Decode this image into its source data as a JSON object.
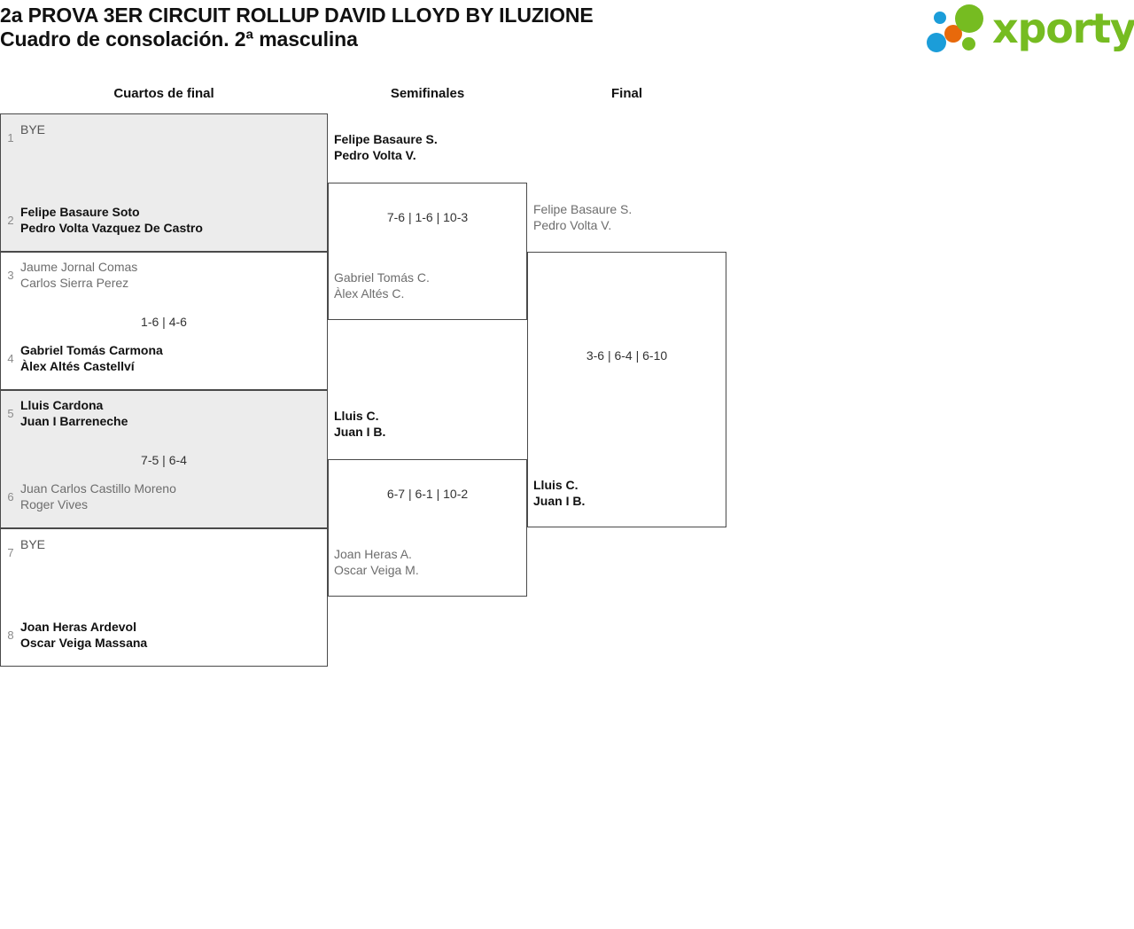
{
  "header": {
    "title_line1": "2a PROVA 3ER CIRCUIT ROLLUP DAVID LLOYD BY ILUZIONE",
    "title_line2": "Cuadro de consolación. 2ª masculina",
    "logo_text": "xporty",
    "logo_colors": {
      "green": "#76bc21",
      "blue": "#1b9dd9",
      "orange": "#e8690b"
    }
  },
  "rounds": [
    {
      "id": "r1",
      "label": "Cuartos de final"
    },
    {
      "id": "r2",
      "label": "Semifinales"
    },
    {
      "id": "r3",
      "label": "Final"
    }
  ],
  "round1": {
    "matches": [
      {
        "score": "",
        "top": {
          "seed": "1",
          "line1": "BYE",
          "line2": "",
          "state": "bye"
        },
        "bottom": {
          "seed": "2",
          "line1": "Felipe Basaure Soto",
          "line2": "Pedro Volta Vazquez De Castro",
          "state": "winner"
        }
      },
      {
        "score": "1-6 | 4-6",
        "top": {
          "seed": "3",
          "line1": "Jaume Jornal Comas",
          "line2": "Carlos Sierra Perez",
          "state": "loser"
        },
        "bottom": {
          "seed": "4",
          "line1": "Gabriel Tomás Carmona",
          "line2": "Àlex Altés Castellví",
          "state": "winner"
        }
      },
      {
        "score": "7-5 | 6-4",
        "top": {
          "seed": "5",
          "line1": "Lluis Cardona",
          "line2": "Juan I Barreneche",
          "state": "winner"
        },
        "bottom": {
          "seed": "6",
          "line1": "Juan Carlos Castillo Moreno",
          "line2": "Roger Vives",
          "state": "loser"
        }
      },
      {
        "score": "",
        "top": {
          "seed": "7",
          "line1": "BYE",
          "line2": "",
          "state": "bye"
        },
        "bottom": {
          "seed": "8",
          "line1": "Joan Heras Ardevol",
          "line2": "Oscar Veiga Massana",
          "state": "winner"
        }
      }
    ]
  },
  "round2": {
    "matches": [
      {
        "score": "7-6 | 1-6 | 10-3",
        "top": {
          "line1": "Felipe Basaure S.",
          "line2": "Pedro Volta V.",
          "state": "winner"
        },
        "bottom": {
          "line1": "Gabriel Tomás C.",
          "line2": "Àlex Altés C.",
          "state": "loser"
        }
      },
      {
        "score": "6-7 | 6-1 | 10-2",
        "top": {
          "line1": "Lluis C.",
          "line2": "Juan I B.",
          "state": "winner"
        },
        "bottom": {
          "line1": "Joan Heras A.",
          "line2": "Oscar Veiga M.",
          "state": "loser"
        }
      }
    ]
  },
  "round3": {
    "matches": [
      {
        "score": "3-6 | 6-4 | 6-10",
        "top": {
          "line1": "Felipe Basaure S.",
          "line2": "Pedro Volta V.",
          "state": "loser"
        },
        "bottom": {
          "line1": "Lluis C.",
          "line2": "Juan I B.",
          "state": "winner"
        }
      }
    ]
  }
}
